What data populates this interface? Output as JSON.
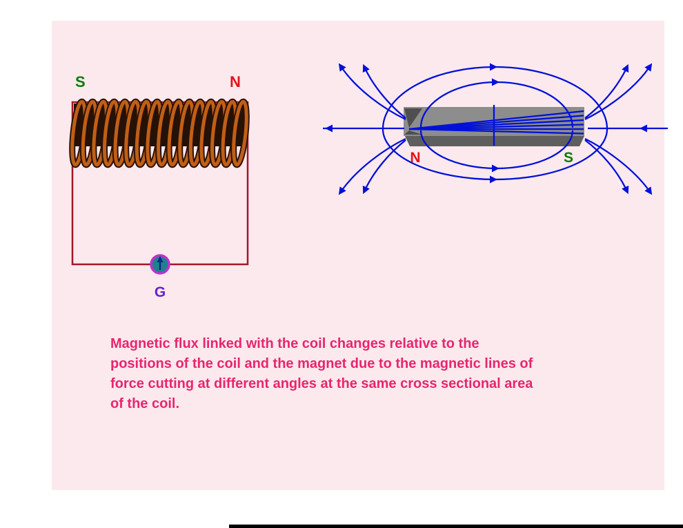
{
  "coil_circuit": {
    "south_label": "S",
    "north_label": "N",
    "galvanometer_label": "G",
    "colors": {
      "south_label": "#0a7a0a",
      "north_label": "#e31219",
      "wire": "#a01828",
      "coil_copper": "#c05f17",
      "coil_dark": "#2a1206",
      "galvanometer_ring": "#bb33cc",
      "galvanometer_body": "#20808c",
      "galvanometer_needle": "#062a8a",
      "galvanometer_label": "#6620cc"
    }
  },
  "magnet_field": {
    "north_label": "N",
    "south_label": "S",
    "colors": {
      "field_lines": "#0010d8",
      "magnet_body": "#8d8d8d",
      "magnet_shadow": "#5e5e5e",
      "north_label": "#e31219",
      "south_label": "#0a7a0a"
    }
  },
  "caption": {
    "color": "#e8256f",
    "lines": [
      "Magnetic flux linked with the coil changes relative to the",
      "positions of the coil and the magnet due to the magnetic lines of",
      "force cutting at different angles at the same cross sectional area",
      "of the coil."
    ]
  },
  "panel": {
    "background": "#fce9ed"
  }
}
